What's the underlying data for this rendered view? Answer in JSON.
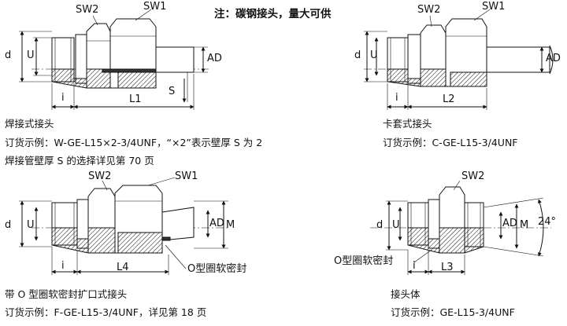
{
  "note": "注：碳钢接头，量大可供",
  "fig1": {
    "sw2": "SW2",
    "sw1": "SW1",
    "d": "d",
    "u": "U",
    "ad": "AD",
    "s": "S",
    "i": "i",
    "l": "L1",
    "title": "焊接式接头",
    "order": "订货示例：W-GE-L15×2-3/4UNF，“×2”表示壁厚 S 为 2",
    "order2": "焊接管壁厚 S 的选择详见第 70 页"
  },
  "fig2": {
    "sw2": "SW2",
    "sw1": "SW1",
    "d": "d",
    "u": "U",
    "ad": "AD",
    "i": "i",
    "l": "L2",
    "title": "卡套式接头",
    "order": "订货示例：C-GE-L15-3/4UNF"
  },
  "fig3": {
    "sw2": "SW2",
    "sw1": "SW1",
    "d": "d",
    "u": "U",
    "ad": "AD",
    "m": "M",
    "i": "i",
    "l": "L4",
    "oring": "O型圈软密封",
    "title": "带 O 型圈软密封扩口式接头",
    "order": "订货示例：F-GE-L15-3/4UNF，详见第 18 页"
  },
  "fig4": {
    "sw2": "SW2",
    "d": "d",
    "u": "U",
    "ad": "AD",
    "m": "M",
    "angle": "24°",
    "i": "i",
    "l": "L3",
    "oring": "O型圈软密封",
    "title": "接头体",
    "order": "订货示例：GE-L15-3/4UNF"
  }
}
